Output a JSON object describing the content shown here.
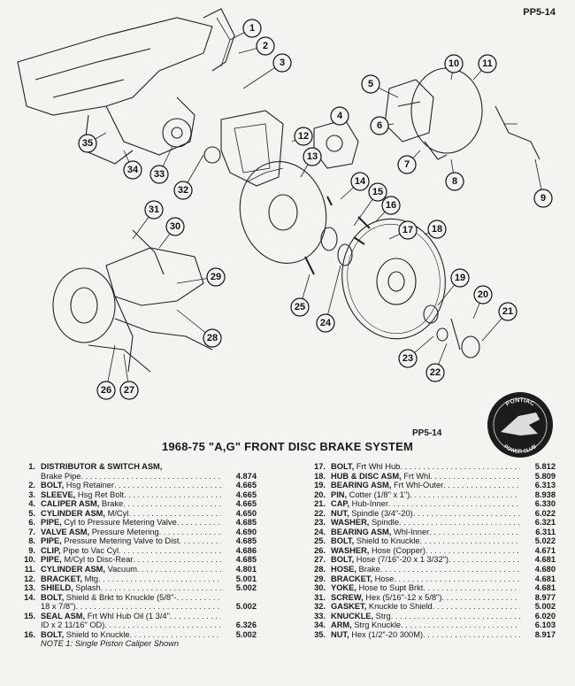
{
  "page_code_top": "PP5-14",
  "page_code_mid": "PP5-14",
  "title": "1968-75 \"A,G\" FRONT DISC BRAKE SYSTEM",
  "logo": {
    "top_text": "PONTIAC",
    "bottom_text": "POWER CLUB"
  },
  "callouts": [
    "1",
    "2",
    "3",
    "4",
    "5",
    "6",
    "7",
    "8",
    "9",
    "10",
    "11",
    "12",
    "13",
    "14",
    "15",
    "16",
    "17",
    "18",
    "19",
    "20",
    "21",
    "22",
    "23",
    "24",
    "25",
    "26",
    "27",
    "28",
    "29",
    "30",
    "31",
    "32",
    "33",
    "34",
    "35"
  ],
  "parts_left": [
    {
      "num": "1.",
      "lines": [
        {
          "name": "DISTRIBUTOR & SWITCH ASM,",
          "desc": ""
        },
        {
          "name": "",
          "desc": "Brake Pipe",
          "part": "4.874"
        }
      ]
    },
    {
      "num": "2.",
      "lines": [
        {
          "name": "BOLT,",
          "desc": " Hsg Retainer",
          "part": "4.665"
        }
      ]
    },
    {
      "num": "3.",
      "lines": [
        {
          "name": "SLEEVE,",
          "desc": " Hsg Ret Bolt",
          "part": "4.665"
        }
      ]
    },
    {
      "num": "4.",
      "lines": [
        {
          "name": "CALIPER ASM,",
          "desc": " Brake",
          "part": "4.665"
        }
      ]
    },
    {
      "num": "5.",
      "lines": [
        {
          "name": "CYLINDER ASM,",
          "desc": " M/Cyl",
          "part": "4.650"
        }
      ]
    },
    {
      "num": "6.",
      "lines": [
        {
          "name": "PIPE,",
          "desc": " Cyl to Pressure Metering Valve",
          "part": "4.685"
        }
      ]
    },
    {
      "num": "7.",
      "lines": [
        {
          "name": "VALVE ASM,",
          "desc": " Pressure Metering",
          "part": "4.690"
        }
      ]
    },
    {
      "num": "8.",
      "lines": [
        {
          "name": "PIPE,",
          "desc": " Pressure Metering Valve to Dist",
          "part": "4.685"
        }
      ]
    },
    {
      "num": "9.",
      "lines": [
        {
          "name": "CLIP,",
          "desc": " Pipe to Vac Cyl",
          "part": "4.686"
        }
      ]
    },
    {
      "num": "10.",
      "lines": [
        {
          "name": "PIPE,",
          "desc": " M/Cyl to Disc-Rear",
          "part": "4.685"
        }
      ]
    },
    {
      "num": "11.",
      "lines": [
        {
          "name": "CYLINDER ASM,",
          "desc": " Vacuum",
          "part": "4.801"
        }
      ]
    },
    {
      "num": "12.",
      "lines": [
        {
          "name": "BRACKET,",
          "desc": " Mtg",
          "part": "5.001"
        }
      ]
    },
    {
      "num": "13.",
      "lines": [
        {
          "name": "SHIELD,",
          "desc": " Splash",
          "part": "5.002"
        }
      ]
    },
    {
      "num": "14.",
      "lines": [
        {
          "name": "BOLT,",
          "desc": " Shield & Brkt to Knuckle (5/8\"-",
          "part": ""
        },
        {
          "name": "",
          "desc": "18 x 7/8\")",
          "part": "5.002"
        }
      ]
    },
    {
      "num": "15.",
      "lines": [
        {
          "name": "SEAL ASM,",
          "desc": " Frt Whl Hub Oil (1 3/4\"",
          "part": ""
        },
        {
          "name": "",
          "desc": "ID x 2 11/16\" OD)",
          "part": "6.326"
        }
      ]
    },
    {
      "num": "16.",
      "lines": [
        {
          "name": "BOLT,",
          "desc": " Shield to Knuckle",
          "part": "5.002"
        }
      ]
    }
  ],
  "note": "NOTE 1: Single Piston Caliper Shown",
  "parts_right": [
    {
      "num": "17.",
      "name": "BOLT,",
      "desc": " Frt Whl Hub",
      "part": "5.812"
    },
    {
      "num": "18.",
      "name": "HUB & DISC ASM,",
      "desc": " Frt Whl",
      "part": "5.809"
    },
    {
      "num": "19.",
      "name": "BEARING ASM,",
      "desc": " Frt Whl-Outer",
      "part": "6.313"
    },
    {
      "num": "20.",
      "name": "PIN,",
      "desc": " Cotter (1/8\" x 1\")",
      "part": "8.938"
    },
    {
      "num": "21.",
      "name": "CAP,",
      "desc": " Hub-Inner",
      "part": "6.330"
    },
    {
      "num": "22.",
      "name": "NUT,",
      "desc": " Spindle (3/4\"-20)",
      "part": "6.022"
    },
    {
      "num": "23.",
      "name": "WASHER,",
      "desc": " Spindle",
      "part": "6.321"
    },
    {
      "num": "24.",
      "name": "BEARING ASM,",
      "desc": " Whl-Inner",
      "part": "6.311"
    },
    {
      "num": "25.",
      "name": "BOLT,",
      "desc": " Shield to Knuckle",
      "part": "5.022"
    },
    {
      "num": "26.",
      "name": "WASHER,",
      "desc": " Hose (Copper)",
      "part": "4.671"
    },
    {
      "num": "27.",
      "name": "BOLT,",
      "desc": " Hose (7/16\"-20 x 1 3/32\")",
      "part": "4.681"
    },
    {
      "num": "28.",
      "name": "HOSE,",
      "desc": " Brake",
      "part": "4.680"
    },
    {
      "num": "29.",
      "name": "BRACKET,",
      "desc": " Hose",
      "part": "4.681"
    },
    {
      "num": "30.",
      "name": "YOKE,",
      "desc": " Hose to Supt Brkt",
      "part": "4.681"
    },
    {
      "num": "31.",
      "name": "SCREW,",
      "desc": " Hex (5/16\"-12 x 5/8\")",
      "part": "8.977"
    },
    {
      "num": "32.",
      "name": "GASKET,",
      "desc": " Knuckle to Shield",
      "part": "5.002"
    },
    {
      "num": "33.",
      "name": "KNUCKLE,",
      "desc": " Strg",
      "part": "6.020"
    },
    {
      "num": "34.",
      "name": "ARM,",
      "desc": " Strg Knuckle",
      "part": "6.103"
    },
    {
      "num": "35.",
      "name": "NUT,",
      "desc": " Hex (1/2\"-20 300M)",
      "part": "8.917"
    }
  ]
}
